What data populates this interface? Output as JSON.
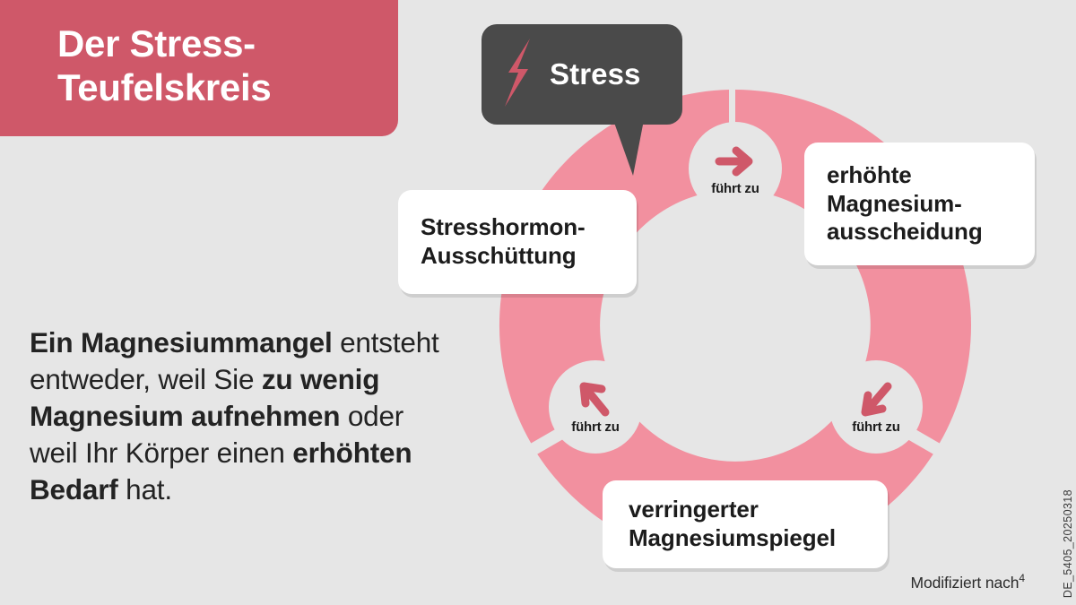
{
  "header": {
    "title_line_1": "Der Stress-",
    "title_line_2": "Teufelskreis",
    "banner_color": "#cf5869"
  },
  "body_copy": {
    "segments": [
      {
        "text": "Ein Magnesiummangel",
        "bold": true
      },
      {
        "text": " entsteht entweder, weil Sie ",
        "bold": false
      },
      {
        "text": "zu wenig Magnesium aufnehmen",
        "bold": true
      },
      {
        "text": " oder weil Ihr Körper einen ",
        "bold": false
      },
      {
        "text": "erhöhten Bedarf",
        "bold": true
      },
      {
        "text": " hat.",
        "bold": false
      }
    ],
    "plain_text": "Ein Magnesiummangel entsteht entweder, weil Sie zu wenig Magnesium aufnehmen oder weil Ihr Körper einen erhöhten Bedarf hat."
  },
  "diagram": {
    "ring_color": "#f2909f",
    "background_color": "#e6e6e6",
    "accent_color": "#cf5869",
    "bubble_color": "#4a4a4a",
    "stress_bubble": {
      "label": "Stress",
      "icon": "lightning-bolt-icon"
    },
    "cycle_steps": [
      {
        "id": "stress-hormone",
        "label": "Stresshormon-\nAusschüttung",
        "line_1": "Stresshormon-",
        "line_2": "Ausschüttung"
      },
      {
        "id": "magnesium-excretion",
        "label": "erhöhte Magnesium-ausscheidung",
        "line_1": "erhöhte",
        "line_2": "Magnesium-",
        "line_3": "ausscheidung"
      },
      {
        "id": "magnesium-level",
        "label": "verringerter Magnesiumspiegel",
        "line_1": "verringerter",
        "line_2": "Magnesiumspiegel"
      }
    ],
    "connectors": [
      {
        "id": "top",
        "label": "führt zu",
        "icon": "arrow-right-icon",
        "direction": "east"
      },
      {
        "id": "right",
        "label": "führt zu",
        "icon": "arrow-down-left-icon",
        "direction": "southwest"
      },
      {
        "id": "left",
        "label": "führt zu",
        "icon": "arrow-up-left-icon",
        "direction": "northwest"
      }
    ]
  },
  "footer": {
    "source_note": "Modifiziert nach",
    "source_superscript": "4",
    "document_code": "DE_5405_20250318"
  }
}
